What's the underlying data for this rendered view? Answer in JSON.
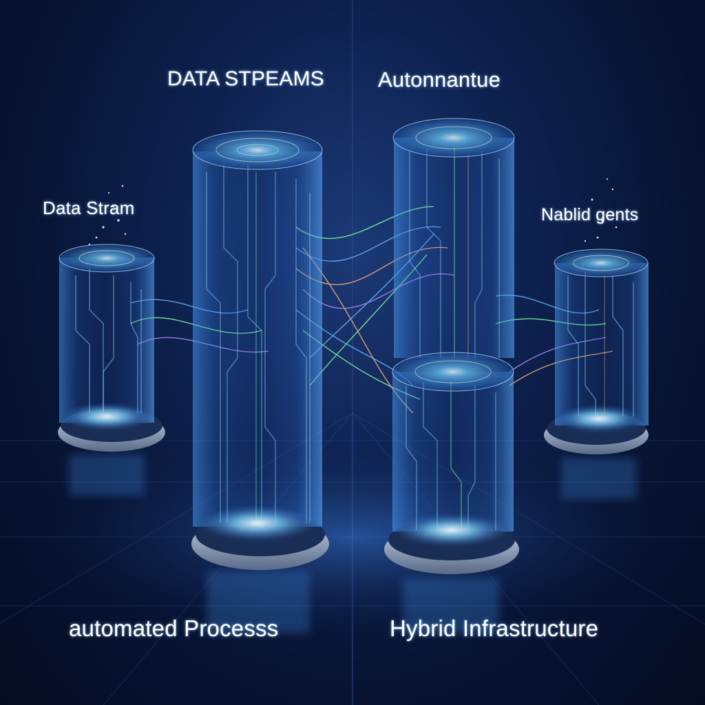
{
  "labels": {
    "top_left": "DATA STPEAMS",
    "top_right": "Autonnantue",
    "side_left": "Data Stram",
    "side_right": "Nablid  gents",
    "bottom_left": "automated Processs",
    "bottom_right": "Hybrid Infrastructure"
  },
  "colors": {
    "background": "#081434",
    "glow": "#5fc8ff",
    "trace_blue": "#6fb8ff",
    "trace_green": "#7dff9a",
    "trace_purple": "#b48cff",
    "trace_orange": "#ffb070"
  }
}
